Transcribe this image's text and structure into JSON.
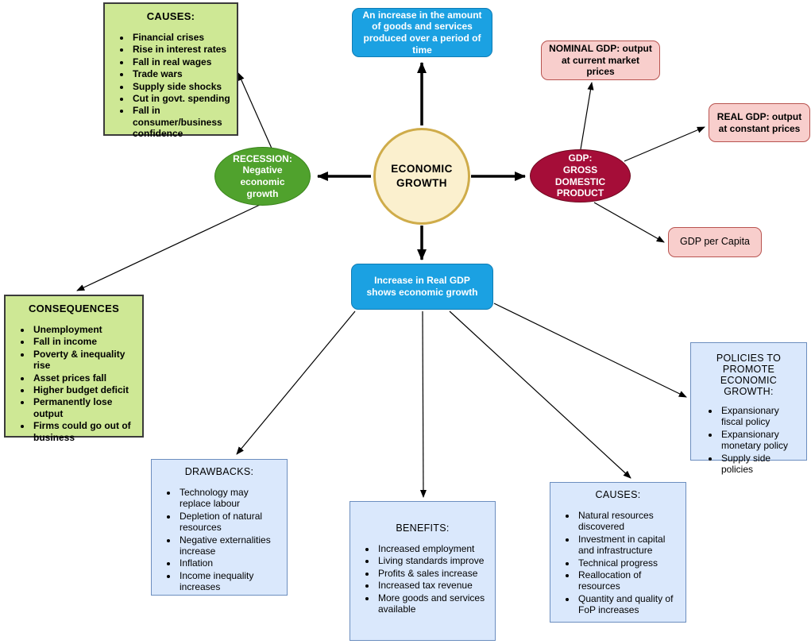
{
  "diagram": {
    "center": {
      "label": "ECONOMIC GROWTH"
    },
    "definition": {
      "label": "An increase in the amount of goods and services produced over a period of time"
    },
    "growth_signal": {
      "label": "Increase in Real GDP shows economic growth"
    },
    "recession": {
      "line1": "RECESSION:",
      "line2": "Negative economic growth"
    },
    "gdp": {
      "line1": "GDP:",
      "line2": "GROSS DOMESTIC PRODUCT"
    },
    "nominal_gdp": {
      "label": "NOMINAL GDP: output at current market prices"
    },
    "real_gdp": {
      "label": "REAL GDP: output at constant prices"
    },
    "gdp_per_capita": {
      "label": "GDP per Capita"
    },
    "recession_causes": {
      "title": "CAUSES:",
      "items": [
        "Financial crises",
        "Rise in interest rates",
        "Fall in real wages",
        "Trade wars",
        "Supply side shocks",
        "Cut in govt. spending",
        "Fall in consumer/business confidence"
      ]
    },
    "consequences": {
      "title": "CONSEQUENCES",
      "items": [
        "Unemployment",
        "Fall in income",
        "Poverty & inequality rise",
        "Asset prices fall",
        "Higher budget deficit",
        "Permanently lose output",
        "Firms could go out of business"
      ]
    },
    "drawbacks": {
      "title": "DRAWBACKS:",
      "items": [
        "Technology may replace labour",
        "Depletion of natural resources",
        "Negative externalities increase",
        "Inflation",
        "Income inequality increases"
      ]
    },
    "benefits": {
      "title": "BENEFITS:",
      "items": [
        "Increased employment",
        "Living standards improve",
        "Profits & sales increase",
        "Increased tax revenue",
        "More goods and services available"
      ]
    },
    "growth_causes": {
      "title": "CAUSES:",
      "items": [
        "Natural resources discovered",
        "Investment in capital and infrastructure",
        "Technical progress",
        "Reallocation of resources",
        "Quantity and quality of FoP increases"
      ]
    },
    "policies": {
      "title": "POLICIES TO PROMOTE ECONOMIC GROWTH:",
      "items": [
        "Expansionary fiscal policy",
        "Expansionary monetary policy",
        "Supply side policies"
      ]
    }
  },
  "colors": {
    "canvas_bg": "#ffffff",
    "green_box_fill": "#cee895",
    "green_box_border": "#3b3b3b",
    "green_ellipse_fill": "#50a22d",
    "green_ellipse_border": "#39831b",
    "red_ellipse_fill": "#a50d38",
    "red_ellipse_border": "#70091f",
    "blue_node_fill": "#1ba1e2",
    "blue_node_border": "#0f7cb4",
    "light_blue_fill": "#dae8fc",
    "light_blue_border": "#6c8ebf",
    "pink_fill": "#f8cecc",
    "pink_border": "#b85450",
    "circle_fill": "#fbf0ce",
    "circle_border": "#cfac4a",
    "arrow_color": "#000000",
    "text_dark": "#000000",
    "text_light": "#ffffff"
  }
}
